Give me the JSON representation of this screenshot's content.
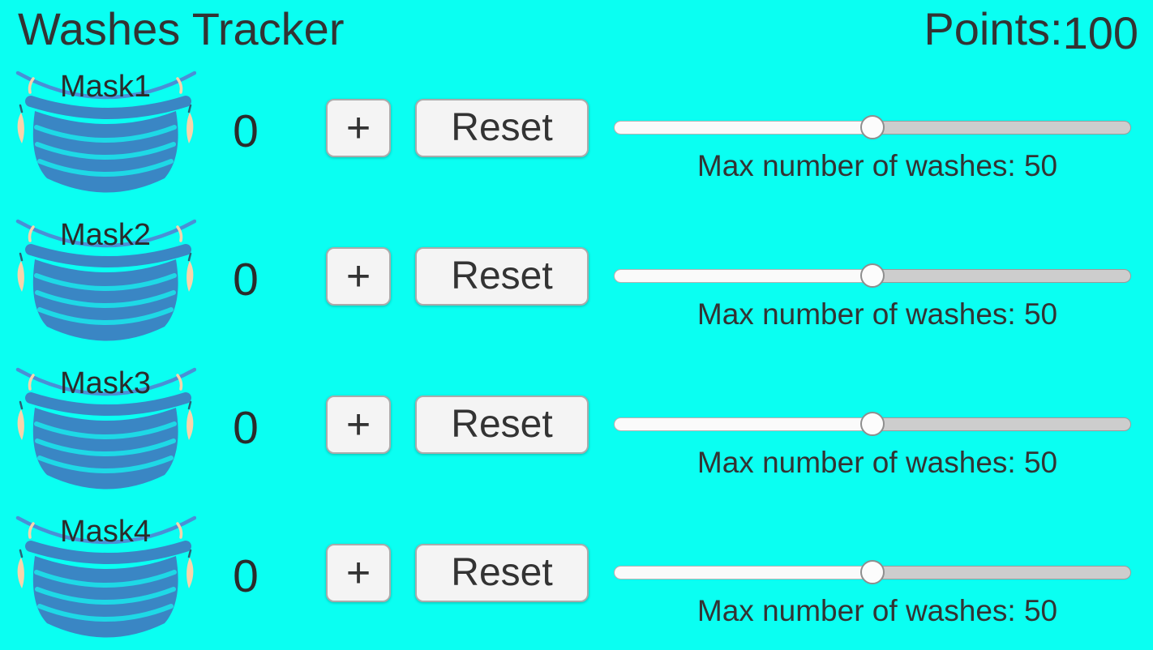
{
  "header": {
    "title": "Washes Tracker",
    "points_label": "Points:",
    "points_value": "100"
  },
  "icons": {
    "mask_icon": "blue-surgical-mask-illustration"
  },
  "rows": [
    {
      "name": "Mask1",
      "count": "0",
      "plus_label": "+",
      "reset_label": "Reset",
      "slider_percent": 50,
      "max_label": "Max number of washes: 50"
    },
    {
      "name": "Mask2",
      "count": "0",
      "plus_label": "+",
      "reset_label": "Reset",
      "slider_percent": 50,
      "max_label": "Max number of washes: 50"
    },
    {
      "name": "Mask3",
      "count": "0",
      "plus_label": "+",
      "reset_label": "Reset",
      "slider_percent": 50,
      "max_label": "Max number of washes: 50"
    },
    {
      "name": "Mask4",
      "count": "0",
      "plus_label": "+",
      "reset_label": "Reset",
      "slider_percent": 50,
      "max_label": "Max number of washes: 50"
    }
  ],
  "colors": {
    "background": "#0afff2",
    "text_dark": "#333333",
    "mask_blue": "#3a86c4",
    "rim_blue": "#4a8fd6",
    "pleat_cyan": "#1ed9e6",
    "ear_peach": "#f8d4ab",
    "speck_dark": "#2a6076",
    "button_bg": "#f4f4f4",
    "button_border": "#ababab",
    "track_left": "#fafafa",
    "track_right": "#cdcdcd",
    "track_border": "#9a9a9a",
    "track_border_light": "#b3b3b3",
    "thumb": "#fcfcfc",
    "thumb_border": "#8e8e8e"
  }
}
